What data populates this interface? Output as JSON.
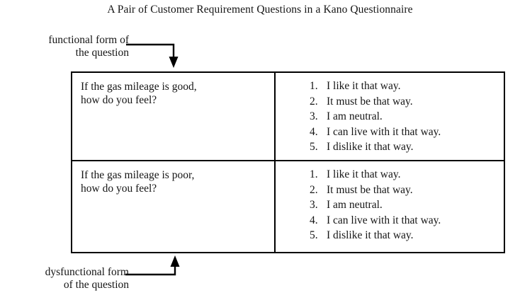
{
  "title": "A Pair of Customer Requirement Questions in a Kano Questionnaire",
  "annotations": {
    "functional": {
      "line1": "functional form of",
      "line2": "the question",
      "arrow_icon": "arrow-down-icon"
    },
    "dysfunctional": {
      "line1": "dysfunctional form",
      "line2": "of the question",
      "arrow_icon": "arrow-up-icon"
    }
  },
  "table": {
    "rows": [
      {
        "id": "functional",
        "question_line1": "If the gas mileage is good,",
        "question_line2": "how do you feel?",
        "answers": [
          {
            "num": "1.",
            "text": "I like it that way."
          },
          {
            "num": "2.",
            "text": "It must be that way."
          },
          {
            "num": "3.",
            "text": "I am neutral."
          },
          {
            "num": "4.",
            "text": "I can live with it that way."
          },
          {
            "num": "5.",
            "text": "I dislike it that way."
          }
        ]
      },
      {
        "id": "dysfunctional",
        "question_line1": "If the gas mileage is poor,",
        "question_line2": "how do you feel?",
        "answers": [
          {
            "num": "1.",
            "text": "I like it that way."
          },
          {
            "num": "2.",
            "text": "It must be that way."
          },
          {
            "num": "3.",
            "text": "I am neutral."
          },
          {
            "num": "4.",
            "text": "I can live with it that way."
          },
          {
            "num": "5.",
            "text": "I dislike it that way."
          }
        ]
      }
    ]
  },
  "colors": {
    "background": "#ffffff",
    "text": "#151515",
    "border": "#000000"
  }
}
